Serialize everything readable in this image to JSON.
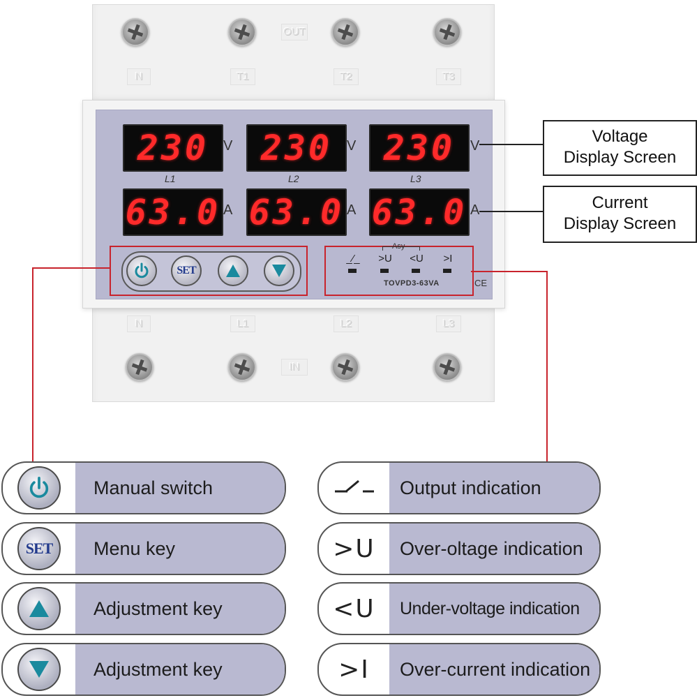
{
  "device": {
    "top_terminals": [
      "N",
      "T1",
      "T2",
      "T3"
    ],
    "top_center_label": "OUT",
    "bottom_terminals": [
      "N",
      "L1",
      "L2",
      "L3"
    ],
    "bottom_center_label": "IN",
    "voltage_readings": [
      "230",
      "230",
      "230"
    ],
    "current_readings": [
      "63.0",
      "63.0",
      "63.0"
    ],
    "voltage_unit": "V",
    "current_unit": "A",
    "phase_labels": [
      "L1",
      "L2",
      "L3"
    ],
    "buttons": {
      "set_label": "SET"
    },
    "indicators": {
      "group_label": "Asy",
      "labels": [
        "_⁄_",
        ">U",
        "<U",
        ">I"
      ]
    },
    "model": "TOVPD3-63VA",
    "ce_mark": "CE"
  },
  "callouts": {
    "voltage_line1": "Voltage",
    "voltage_line2": "Display Screen",
    "current_line1": "Current",
    "current_line2": "Display Screen"
  },
  "legend_left": [
    {
      "icon": "power-icon",
      "label": "Manual switch"
    },
    {
      "icon": "set-icon",
      "icon_text": "SET",
      "label": "Menu key"
    },
    {
      "icon": "arrow-up-icon",
      "label": "Adjustment key"
    },
    {
      "icon": "arrow-down-icon",
      "label": "Adjustment key"
    }
  ],
  "legend_right": [
    {
      "icon": "output-switch-icon",
      "label": "Output indication"
    },
    {
      "icon": "over-voltage-icon",
      "symbol": ">U",
      "label": "Over-oltage indication"
    },
    {
      "icon": "under-voltage-icon",
      "symbol": "<U",
      "label": "Under-voltage indication"
    },
    {
      "icon": "over-current-icon",
      "symbol": ">I",
      "label": "Over-current indication"
    }
  ],
  "colors": {
    "face": "#b8b8d0",
    "led": "#ff2a2a",
    "highlight": "#c8232c",
    "button_icon": "#1a8a9e"
  }
}
